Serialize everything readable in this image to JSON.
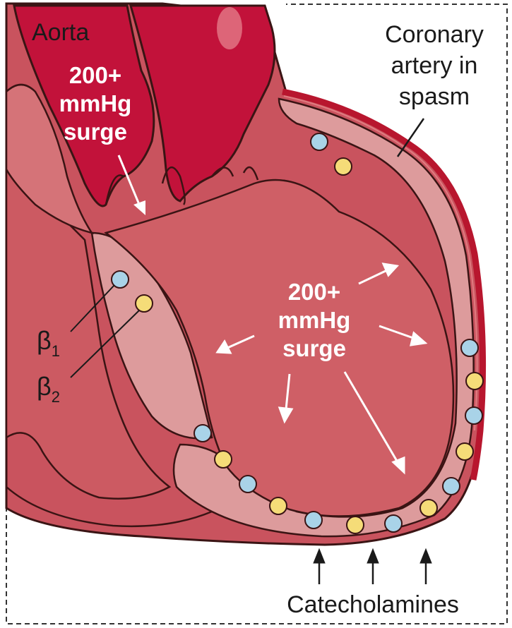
{
  "labels": {
    "aorta": "Aorta",
    "coronary": [
      "Coronary",
      "artery in",
      "spasm"
    ],
    "surge_aortic": [
      "200+",
      "mmHg",
      "surge"
    ],
    "surge_ventricle": [
      "200+",
      "mmHg",
      "surge"
    ],
    "beta1_symbol": "β",
    "beta1_sub": "1",
    "beta2_symbol": "β",
    "beta2_sub": "2",
    "catecholamines": "Catecholamines"
  },
  "colors": {
    "myocardium": "#c9535e",
    "chamber": "#cf5f66",
    "wall_light": "#dd9b9c",
    "aorta": "#c2123a",
    "coronary_vessel": "#b8162e",
    "outline": "#3a1414",
    "beta1_receptor": "#a9d3e8",
    "beta2_receptor": "#f5dc78",
    "border": "#333333"
  },
  "receptors": {
    "beta1_color_name": "light-blue",
    "beta2_color_name": "yellow"
  }
}
